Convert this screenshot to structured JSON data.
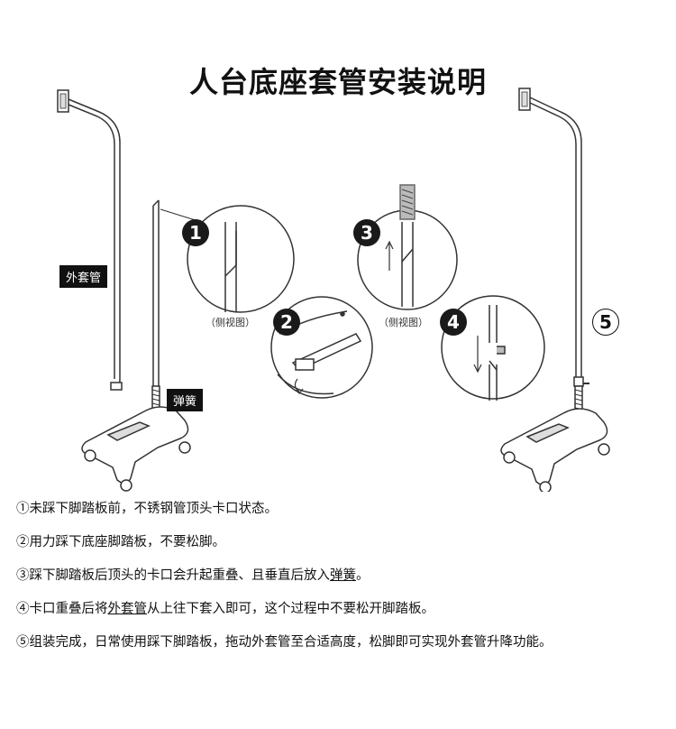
{
  "title": "人台底座套管安装说明",
  "labels": {
    "outer_tube": "外套管",
    "spring": "弹簧",
    "side_view_1": "（侧视图）",
    "side_view_2": "（侧视图）"
  },
  "step_numbers": [
    "1",
    "2",
    "3",
    "4",
    "5"
  ],
  "steps": [
    {
      "num": "①",
      "text": "未踩下脚踏板前，不锈钢管顶头卡口状态。"
    },
    {
      "num": "②",
      "text": "用力踩下底座脚踏板，不要松脚。"
    },
    {
      "num": "③",
      "pre": "踩下脚踏板后顶头的卡口会升起重叠、且垂直后放入",
      "emph": "弹簧",
      "post": "。"
    },
    {
      "num": "④",
      "pre": "卡口重叠后将",
      "emph": "外套管",
      "post": "从上往下套入即可，这个过程中不要松开脚踏板。"
    },
    {
      "num": "⑤",
      "text": "组装完成，日常使用踩下脚踏板，拖动外套管至合适高度，松脚即可实现外套管升降功能。"
    }
  ]
}
